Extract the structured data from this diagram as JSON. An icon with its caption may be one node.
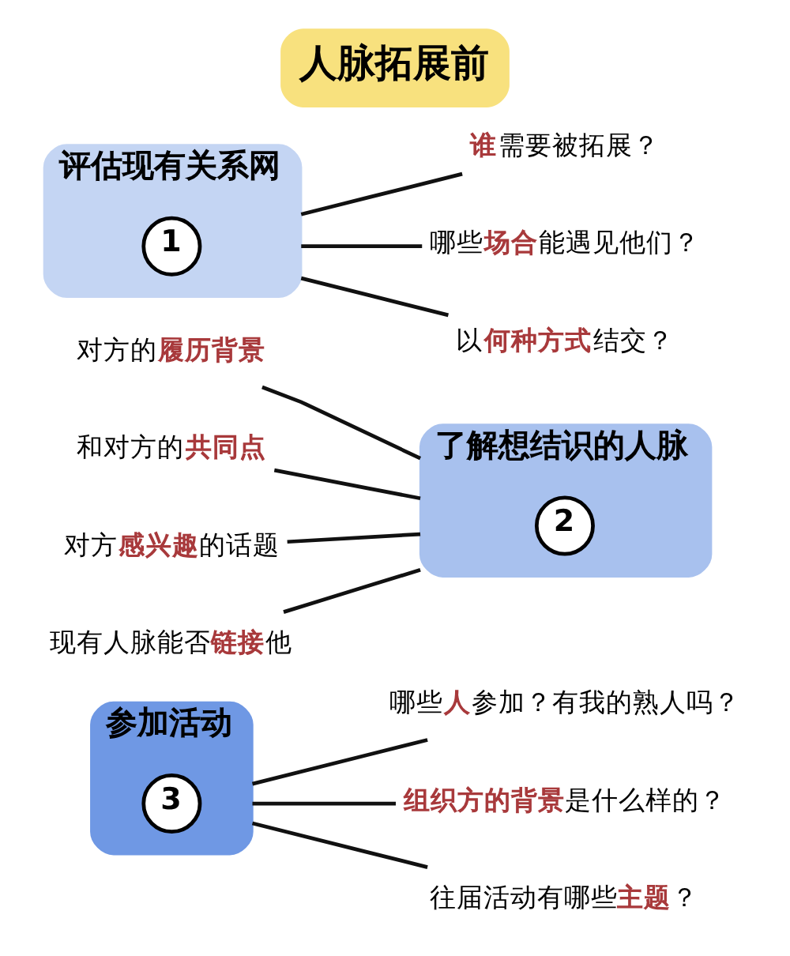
{
  "diagram": {
    "title": "人脉拓展前",
    "nodes": [
      {
        "text": [
          "评估现有关系网"
        ]
      },
      {
        "text": [
          "1"
        ],
        "in": 0
      },
      {
        "text": [
          "**谁**需要被拓展？"
        ]
      },
      {
        "text": [
          "哪些**场合**能遇见他们？"
        ]
      },
      {
        "text": [
          "以**何种方式**结交？"
        ]
      },
      {
        "text": [
          "了解想结识的人脉"
        ]
      },
      {
        "text": [
          "2"
        ],
        "in": 5
      },
      {
        "text": [
          "对方的**履历背景**"
        ]
      },
      {
        "text": [
          "和对方的**共同点**"
        ]
      },
      {
        "text": [
          "对方**感兴趣**的话题"
        ]
      },
      {
        "text": [
          "现有人脉能否**链接**他"
        ]
      },
      {
        "text": [
          "参加活动"
        ]
      },
      {
        "text": [
          "3"
        ],
        "in": 11
      },
      {
        "text": [
          "哪些**人**参加？有我的熟人吗？"
        ]
      },
      {
        "text": [
          "**组织方的背景**是什么样的？"
        ]
      },
      {
        "text": [
          "往届活动有哪些**主题**？"
        ]
      }
    ],
    "edges": [
      {
        "from": 0,
        "to": 2,
        "arrow": "none"
      },
      {
        "from": 0,
        "to": 3,
        "arrow": "none"
      },
      {
        "from": 0,
        "to": 4,
        "arrow": "none"
      },
      {
        "from": 7,
        "to": 5,
        "arrow": "none"
      },
      {
        "from": 8,
        "to": 5,
        "arrow": "none"
      },
      {
        "from": 9,
        "to": 5,
        "arrow": "none"
      },
      {
        "from": 10,
        "to": 5,
        "arrow": "none"
      },
      {
        "from": 11,
        "to": 13,
        "arrow": "none"
      },
      {
        "from": 11,
        "to": 14,
        "arrow": "none"
      },
      {
        "from": 11,
        "to": 15,
        "arrow": "none"
      }
    ]
  }
}
